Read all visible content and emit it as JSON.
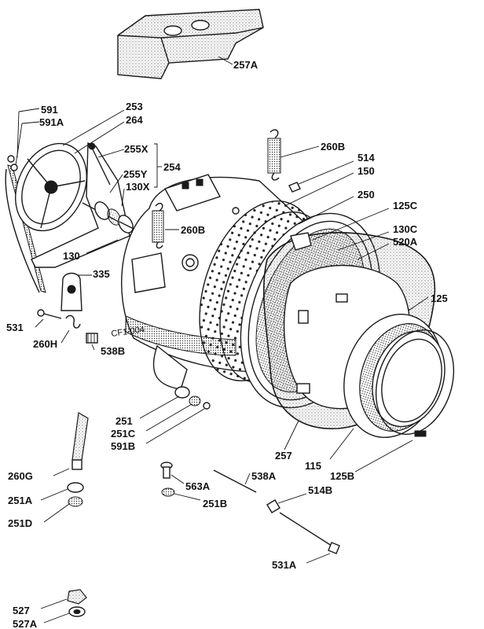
{
  "labels": {
    "l257A": "257A",
    "l591": "591",
    "l591A": "591A",
    "l253": "253",
    "l264": "264",
    "l255X": "255X",
    "l254": "254",
    "l255Y": "255Y",
    "l130X": "130X",
    "l130": "130",
    "l260B_top": "260B",
    "l514": "514",
    "l150": "150",
    "l250": "250",
    "l125C": "125C",
    "l130C": "130C",
    "l520A": "520A",
    "l125": "125",
    "l260B_mid": "260B",
    "l335": "335",
    "l531": "531",
    "l260H": "260H",
    "l538B": "538B",
    "l251": "251",
    "l251C": "251C",
    "l591B": "591B",
    "l257": "257",
    "l115": "115",
    "l125B": "125B",
    "l260G": "260G",
    "l251A": "251A",
    "l251D": "251D",
    "l563A": "563A",
    "l251B": "251B",
    "l538A": "538A",
    "l514B": "514B",
    "l531A": "531A",
    "l527": "527",
    "l527A": "527A"
  },
  "stamp": "CF1-004"
}
